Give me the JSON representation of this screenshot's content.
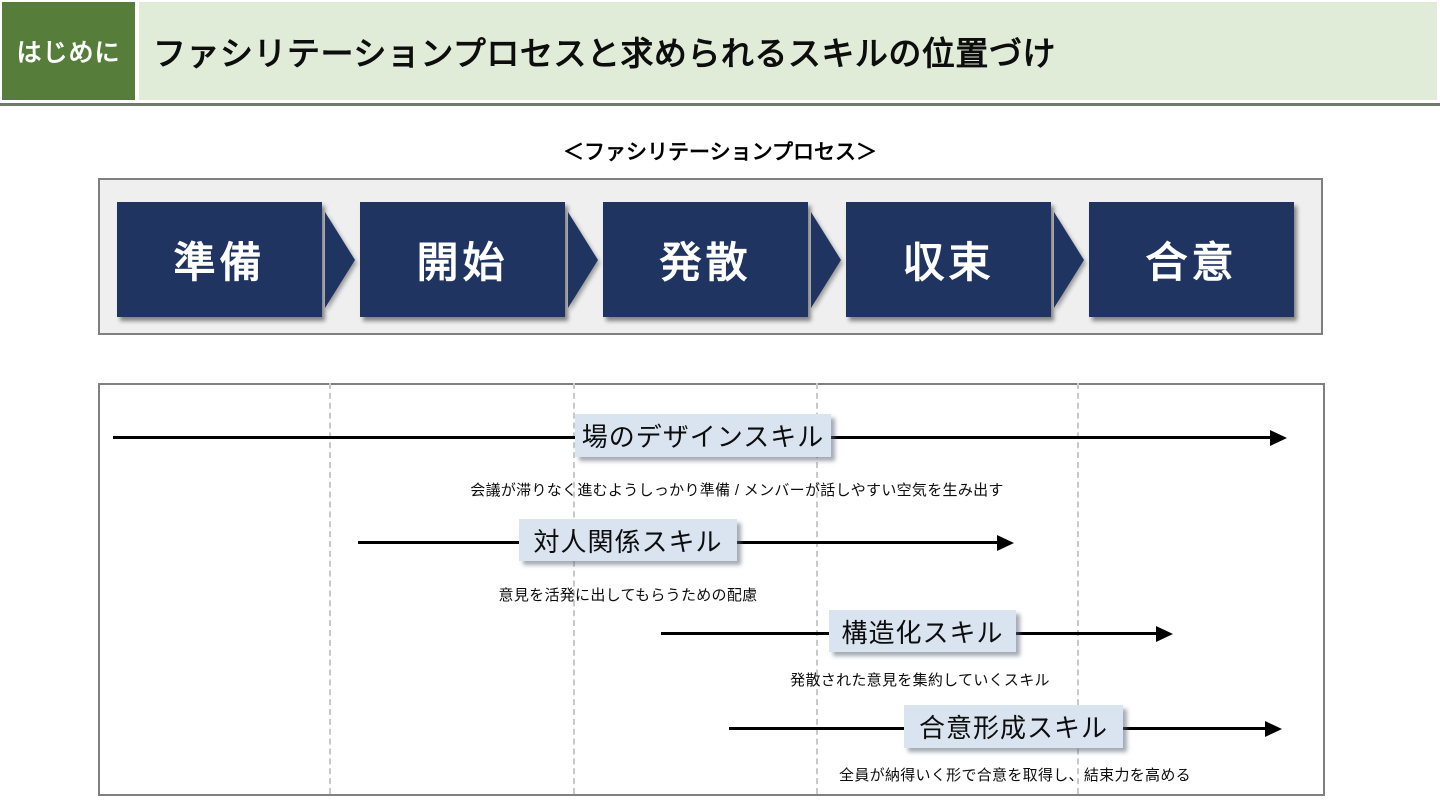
{
  "slide": {
    "section_label": "はじめに",
    "title": "ファシリテーションプロセスと求められるスキルの位置づけ"
  },
  "process": {
    "caption": "＜ファシリテーションプロセス＞",
    "steps": [
      {
        "label": "準備"
      },
      {
        "label": "開始"
      },
      {
        "label": "発散"
      },
      {
        "label": "収束"
      },
      {
        "label": "合意"
      }
    ]
  },
  "skills": [
    {
      "label": "場のデザインスキル",
      "desc": "会議が滞りなく進むようしっかり準備 / メンバーが話しやすい空気を生み出す"
    },
    {
      "label": "対人関係スキル",
      "desc": "意見を活発に出してもらうための配慮"
    },
    {
      "label": "構造化スキル",
      "desc": "発散された意見を集約していくスキル"
    },
    {
      "label": "合意形成スキル",
      "desc": "全員が納得いく形で合意を取得し、結束力を高める"
    }
  ],
  "colors": {
    "section_tab_bg": "#567d3a",
    "header_band_bg": "#e0ecd8",
    "header_border": "#6e7a6a",
    "process_box_bg": "#1f3460",
    "process_strip_bg": "#efefef",
    "skill_label_bg": "#dae3f0",
    "panel_border": "#808080",
    "dashed_line": "#c9c9c9",
    "arrow": "#000000"
  }
}
